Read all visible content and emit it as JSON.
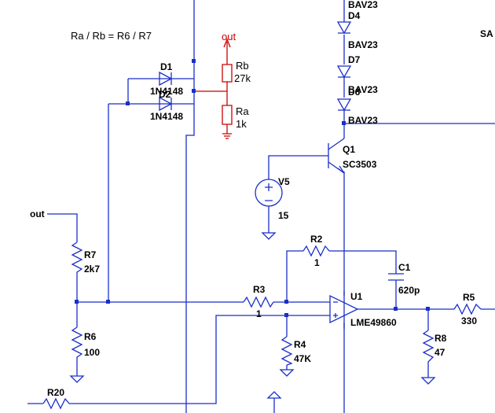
{
  "formula": "Ra / Rb = R6 / R7",
  "nets": {
    "out_top": "out",
    "out_left": "out",
    "sa": "SA"
  },
  "diodes": {
    "d1": {
      "ref": "D1",
      "value": "1N4148"
    },
    "d2": {
      "ref": "D2",
      "value": "1N4148"
    },
    "d4": {
      "ref": "D4",
      "value": "BAV23"
    },
    "d7": {
      "ref": "D7",
      "value": "BAV23"
    },
    "d6": {
      "ref": "D6",
      "value": "BAV23"
    },
    "top_value": "BAV23",
    "bottom_value": "BAV23"
  },
  "resistors": {
    "rb": {
      "ref": "Rb",
      "value": "27k"
    },
    "ra": {
      "ref": "Ra",
      "value": "1k"
    },
    "r7": {
      "ref": "R7",
      "value": "2k7"
    },
    "r6": {
      "ref": "R6",
      "value": "100"
    },
    "r3": {
      "ref": "R3",
      "value": "1"
    },
    "r2": {
      "ref": "R2",
      "value": "1"
    },
    "r4": {
      "ref": "R4",
      "value": "47K"
    },
    "r8": {
      "ref": "R8",
      "value": "47"
    },
    "r5": {
      "ref": "R5",
      "value": "330"
    },
    "r20": {
      "ref": "R20"
    }
  },
  "capacitors": {
    "c1": {
      "ref": "C1",
      "value": "620p"
    }
  },
  "transistors": {
    "q1": {
      "ref": "Q1",
      "value": "SC3503"
    }
  },
  "sources": {
    "v5": {
      "ref": "V5",
      "value": "15"
    }
  },
  "opamps": {
    "u1": {
      "ref": "U1",
      "value": "LME49860"
    }
  }
}
